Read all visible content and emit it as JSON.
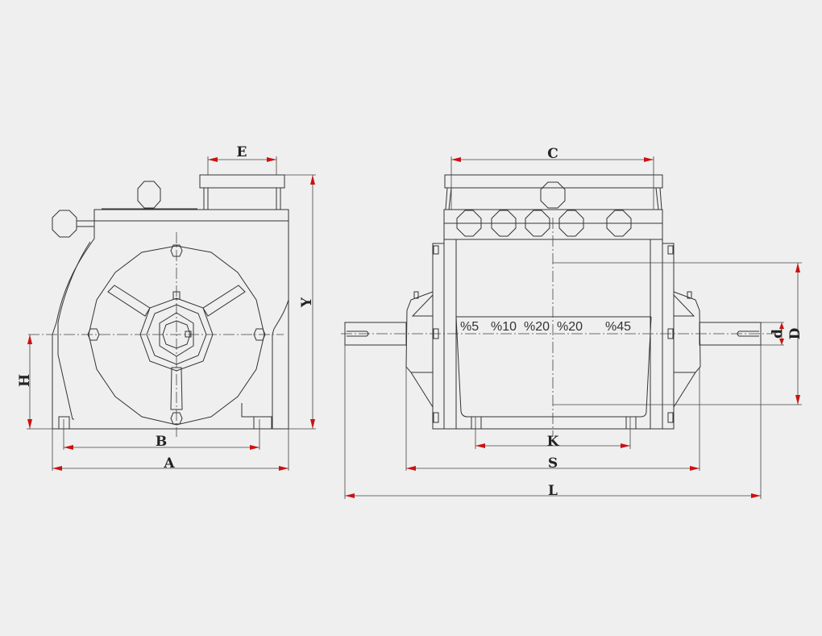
{
  "dimensions": {
    "front_view": [
      "E",
      "Y",
      "H",
      "B",
      "A"
    ],
    "side_view": [
      "C",
      "d",
      "D",
      "K",
      "S",
      "L"
    ]
  },
  "labels": {
    "E": "E",
    "Y": "Y",
    "H": "H",
    "B": "B",
    "A": "A",
    "C": "C",
    "d": "d",
    "D": "D",
    "K": "K",
    "S": "S",
    "L": "L"
  },
  "tap_ratios": [
    "%5",
    "%10",
    "%20",
    "%20",
    "%45"
  ],
  "colors": {
    "background": "#efefef",
    "lines": "#333333",
    "arrows": "#cc1111"
  }
}
